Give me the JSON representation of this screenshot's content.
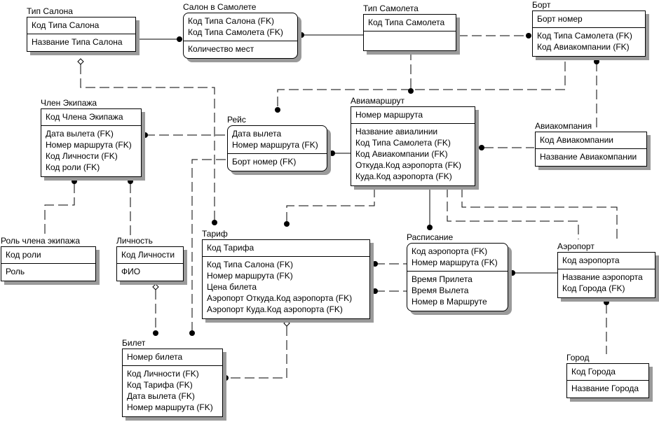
{
  "diagram": {
    "type": "ER diagram (IDEF1X)",
    "entities": {
      "tip_salona": {
        "name": "Тип Салона",
        "pk": [
          "Код Типа Салона"
        ],
        "attrs": [
          "Название Типа Салона"
        ]
      },
      "salon_v_samolete": {
        "name": "Салон в Самолете",
        "pk": [
          "Код Типа Салона (FK)",
          "Код Типа Самолета (FK)"
        ],
        "attrs": [
          "Количество мест"
        ]
      },
      "tip_samoleta": {
        "name": "Тип Самолета",
        "pk": [
          "Код Типа Самолета"
        ],
        "attrs": []
      },
      "bort": {
        "name": "Борт",
        "pk": [
          "Борт номер"
        ],
        "attrs": [
          "Код Типа Самолета (FK)",
          "Код Авиакомпании (FK)"
        ]
      },
      "chlen_ekipazha": {
        "name": "Член Экипажа",
        "pk": [
          "Код Члена Экипажа"
        ],
        "attrs": [
          "Дата вылета (FK)",
          "Номер маршрута (FK)",
          "Код Личности (FK)",
          "Код роли (FK)"
        ]
      },
      "reys": {
        "name": "Рейс",
        "pk": [
          "Дата вылета",
          "Номер маршрута (FK)"
        ],
        "attrs": [
          "Борт номер (FK)"
        ]
      },
      "aviamarshrut": {
        "name": "Авиамаршрут",
        "pk": [
          "Номер маршрута"
        ],
        "attrs": [
          "Название авиалинии",
          "Код Типа Самолета (FK)",
          "Код Авиакомпании (FK)",
          "Откуда.Код аэропорта (FK)",
          "Куда.Код аэропорта (FK)"
        ]
      },
      "aviakompaniya": {
        "name": "Авиакомпания",
        "pk": [
          "Код Авиакомпании"
        ],
        "attrs": [
          "Название Авиакомпании"
        ]
      },
      "rol": {
        "name": "Роль члена экипажа",
        "pk": [
          "Код роли"
        ],
        "attrs": [
          "Роль"
        ]
      },
      "lichnost": {
        "name": "Личность",
        "pk": [
          "Код Личности"
        ],
        "attrs": [
          "ФИО"
        ]
      },
      "tarif": {
        "name": "Тариф",
        "pk": [
          "Код Тарифа"
        ],
        "attrs": [
          "Код Типа Салона (FK)",
          "Номер маршрута (FK)",
          "Цена билета",
          "Аэропорт Откуда.Код аэропорта (FK)",
          "Аэропорт Куда.Код аэропорта (FK)"
        ]
      },
      "raspisanie": {
        "name": "Расписание",
        "pk": [
          "Код аэропорта (FK)",
          "Номер маршрута (FK)"
        ],
        "attrs": [
          "Время Прилета",
          "Время Вылета",
          "Номер в Маршруте"
        ]
      },
      "aeroport": {
        "name": "Аэропорт",
        "pk": [
          "Код аэропорта"
        ],
        "attrs": [
          "Название аэропорта",
          "Код Города (FK)"
        ]
      },
      "bilet": {
        "name": "Билет",
        "pk": [
          "Номер билета"
        ],
        "attrs": [
          "Код Личности (FK)",
          "Код Тарифа (FK)",
          "Дата вылета (FK)",
          "Номер маршрута (FK)"
        ]
      },
      "gorod": {
        "name": "Город",
        "pk": [
          "Код Города"
        ],
        "attrs": [
          "Название Города"
        ]
      }
    },
    "relationships": [
      {
        "from": "Тип Салона",
        "to": "Салон в Самолете",
        "kind": "identifying"
      },
      {
        "from": "Тип Самолета",
        "to": "Салон в Самолете",
        "kind": "identifying"
      },
      {
        "from": "Тип Самолета",
        "to": "Борт",
        "kind": "non-identifying"
      },
      {
        "from": "Тип Самолета",
        "to": "Авиамаршрут",
        "kind": "non-identifying"
      },
      {
        "from": "Авиакомпания",
        "to": "Борт",
        "kind": "non-identifying"
      },
      {
        "from": "Авиакомпания",
        "to": "Авиамаршрут",
        "kind": "non-identifying"
      },
      {
        "from": "Борт",
        "to": "Рейс",
        "kind": "non-identifying"
      },
      {
        "from": "Авиамаршрут",
        "to": "Рейс",
        "kind": "identifying"
      },
      {
        "from": "Рейс",
        "to": "Член Экипажа",
        "kind": "non-identifying"
      },
      {
        "from": "Рейс",
        "to": "Билет",
        "kind": "non-identifying"
      },
      {
        "from": "Роль члена экипажа",
        "to": "Член Экипажа",
        "kind": "non-identifying"
      },
      {
        "from": "Личность",
        "to": "Член Экипажа",
        "kind": "non-identifying"
      },
      {
        "from": "Личность",
        "to": "Билет",
        "kind": "non-identifying, optional"
      },
      {
        "from": "Тип Салона",
        "to": "Тариф",
        "kind": "non-identifying, optional"
      },
      {
        "from": "Авиамаршрут",
        "to": "Тариф",
        "kind": "non-identifying"
      },
      {
        "from": "Авиамаршрут",
        "to": "Расписание",
        "kind": "identifying"
      },
      {
        "from": "Аэропорт",
        "to": "Авиамаршрут",
        "kind": "non-identifying"
      },
      {
        "from": "Аэропорт",
        "to": "Расписание",
        "kind": "identifying"
      },
      {
        "from": "Аэропорт",
        "to": "Тариф",
        "kind": "non-identifying"
      },
      {
        "from": "Тариф",
        "to": "Билет",
        "kind": "non-identifying, optional"
      },
      {
        "from": "Город",
        "to": "Аэропорт",
        "kind": "non-identifying"
      }
    ]
  }
}
